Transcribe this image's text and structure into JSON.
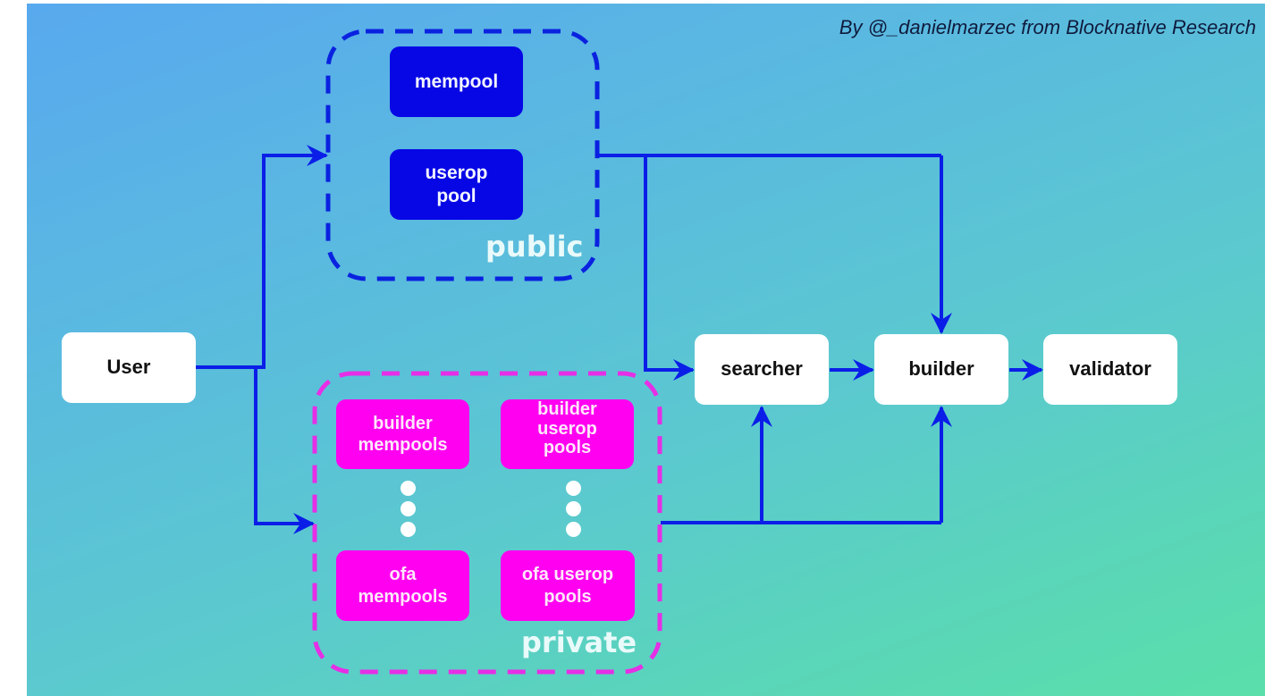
{
  "attribution": "By @_danielmarzec from Blocknative Research",
  "colors": {
    "public_group": "#0a22e0",
    "private_group": "#e62ee6",
    "public_node": "#0707e6",
    "private_node": "#ff00f0",
    "connector": "#0a1ee8",
    "node_white": "#ffffff"
  },
  "nodes": {
    "user": "User",
    "searcher": "searcher",
    "builder": "builder",
    "validator": "validator"
  },
  "public_group": {
    "label": "public",
    "pools": [
      "mempool",
      "userop\npool"
    ]
  },
  "private_group": {
    "label": "private",
    "pools": [
      "builder\nmempools",
      "builder\nuserop\npools",
      "ofa\nmempools",
      "ofa userop\npools"
    ],
    "ellipsis_columns": 2
  },
  "edges": [
    {
      "from": "User",
      "to": "public"
    },
    {
      "from": "User",
      "to": "private"
    },
    {
      "from": "public",
      "to": "searcher"
    },
    {
      "from": "public",
      "to": "builder"
    },
    {
      "from": "private",
      "to": "searcher"
    },
    {
      "from": "private",
      "to": "builder"
    },
    {
      "from": "searcher",
      "to": "builder"
    },
    {
      "from": "builder",
      "to": "validator"
    }
  ]
}
